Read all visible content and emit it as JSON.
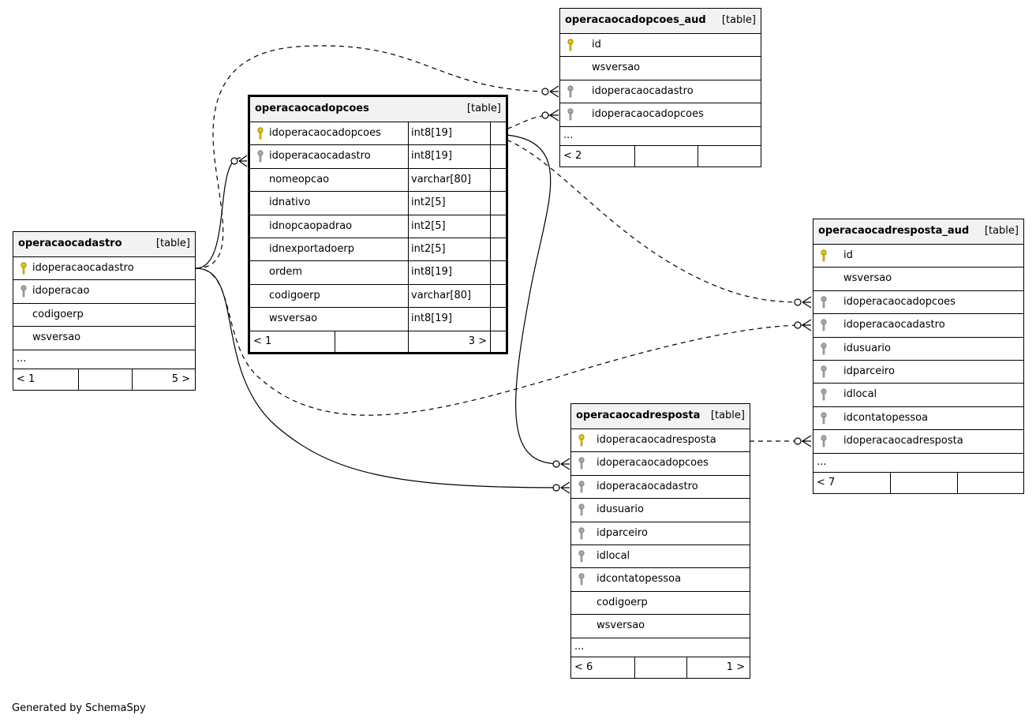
{
  "tables": {
    "operacaocadastro": {
      "name": "operacaocadastro",
      "tag": "[table]",
      "rows": [
        "idoperacaocadastro",
        "idoperacao",
        "codigoerp",
        "wsversao"
      ],
      "more": "...",
      "foot_left": "< 1",
      "foot_right": "5 >"
    },
    "operacaocadopcoes": {
      "name": "operacaocadopcoes",
      "tag": "[table]",
      "rows": [
        "idoperacaocadopcoes",
        "idoperacaocadastro",
        "nomeopcao",
        "idnativo",
        "idnopcaopadrao",
        "idnexportadoerp",
        "ordem",
        "codigoerp",
        "wsversao"
      ],
      "types": [
        "int8[19]",
        "int8[19]",
        "varchar[80]",
        "int2[5]",
        "int2[5]",
        "int2[5]",
        "int8[19]",
        "varchar[80]",
        "int8[19]"
      ],
      "foot_left": "< 1",
      "foot_right": "3 >"
    },
    "operacaocadopcoes_aud": {
      "name": "operacaocadopcoes_aud",
      "tag": "[table]",
      "rows": [
        "id",
        "wsversao",
        "idoperacaocadastro",
        "idoperacaocadopcoes"
      ],
      "more": "...",
      "foot_left": "< 2"
    },
    "operacaocadresposta_aud": {
      "name": "operacaocadresposta_aud",
      "tag": "[table]",
      "rows": [
        "id",
        "wsversao",
        "idoperacaocadopcoes",
        "idoperacaocadastro",
        "idusuario",
        "idparceiro",
        "idlocal",
        "idcontatopessoa",
        "idoperacaocadresposta"
      ],
      "more": "...",
      "foot_left": "< 7"
    },
    "operacaocadresposta": {
      "name": "operacaocadresposta",
      "tag": "[table]",
      "rows": [
        "idoperacaocadresposta",
        "idoperacaocadopcoes",
        "idoperacaocadastro",
        "idusuario",
        "idparceiro",
        "idlocal",
        "idcontatopessoa",
        "codigoerp",
        "wsversao"
      ],
      "more": "...",
      "foot_left": "< 6",
      "foot_right": "1 >"
    }
  },
  "credit": "Generated by SchemaSpy",
  "colors": {
    "primary_key": "#e8c800",
    "foreign_key": "#a8a8a8",
    "header_bg": "#f2f2f2"
  }
}
